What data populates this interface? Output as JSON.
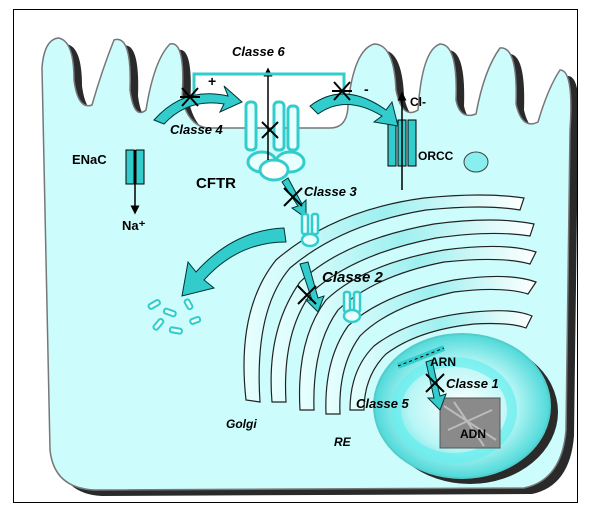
{
  "labels": {
    "classe6": "Classe 6",
    "plus": "+",
    "minus": "-",
    "classe4": "Classe 4",
    "cftr": "CFTR",
    "cl": "Cl-",
    "orcc": "ORCC",
    "enac": "ENaC",
    "na": "Na⁺",
    "classe3": "Classe 3",
    "classe2": "Classe 2",
    "arn": "ARN",
    "classe1": "Classe 1",
    "classe5": "Classe 5",
    "adn": "ADN",
    "golgi": "Golgi",
    "re": "RE"
  },
  "colors": {
    "cytoplasm": "#ccfcfc",
    "membrane": "#1a1a1a",
    "protein": "#33cccc",
    "nucleus": "#66e6e6",
    "dna_box": "#8a8a8a"
  },
  "icons": [
    "cross-marker",
    "arrow-up",
    "arrow-down",
    "curved-arrow"
  ]
}
